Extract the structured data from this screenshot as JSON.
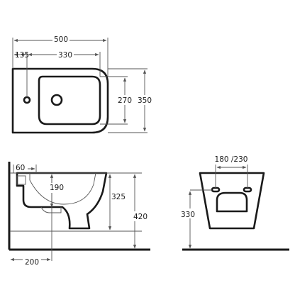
{
  "top_view": {
    "overall_width": "500",
    "hole_offset": "135",
    "bowl_width": "330",
    "bowl_depth": "270",
    "overall_depth": "350"
  },
  "side_view": {
    "inlet_height": "60",
    "inlet_depth": "190",
    "bowl_height": "325",
    "rim_height": "420",
    "fixing_distance": "200"
  },
  "rear_view": {
    "fixing_spacing": "180 /230",
    "fixing_height": "330"
  }
}
